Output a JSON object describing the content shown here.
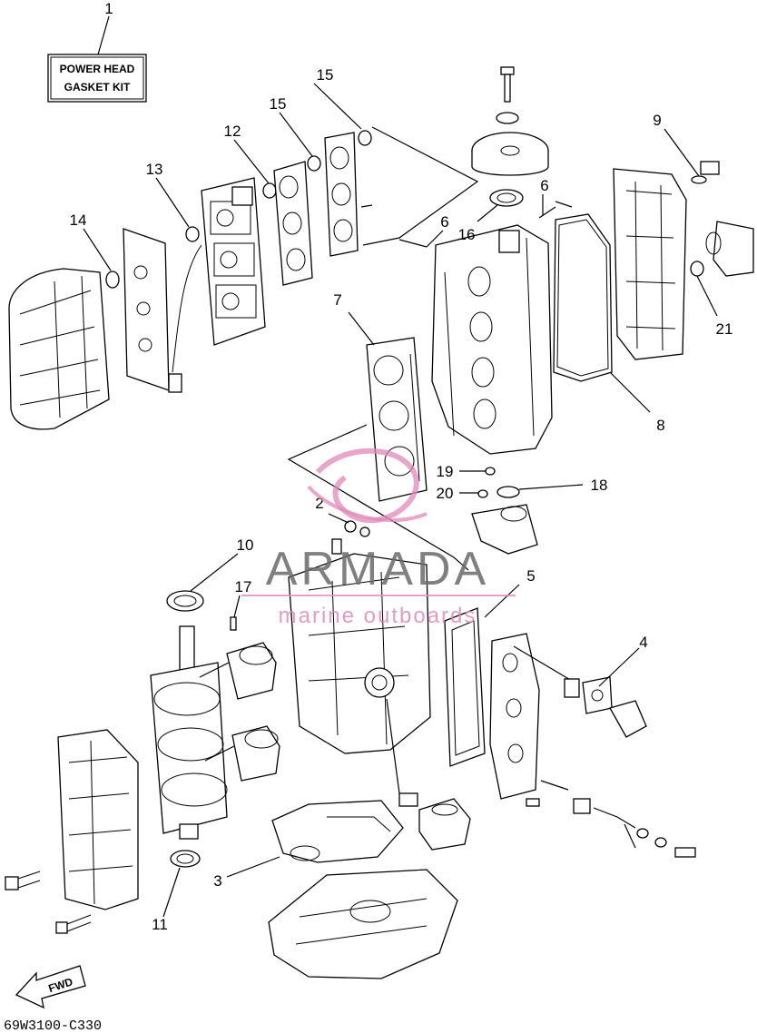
{
  "diagram": {
    "kit_label_line1": "POWER HEAD",
    "kit_label_line2": "GASKET KIT",
    "fwd_label": "FWD",
    "diagram_code": "69W3100-C330",
    "watermark": {
      "brand": "ARMADA",
      "tagline": "marine outboards",
      "accent_color": "#d85a9c"
    },
    "callouts": {
      "c1": "1",
      "c2": "2",
      "c3": "3",
      "c4": "4",
      "c5": "5",
      "c6a": "6",
      "c6b": "6",
      "c7": "7",
      "c8": "8",
      "c9": "9",
      "c10": "10",
      "c11": "11",
      "c12": "12",
      "c13": "13",
      "c14": "14",
      "c15a": "15",
      "c15b": "15",
      "c16": "16",
      "c17": "17",
      "c18": "18",
      "c19": "19",
      "c20": "20",
      "c21": "21"
    }
  }
}
